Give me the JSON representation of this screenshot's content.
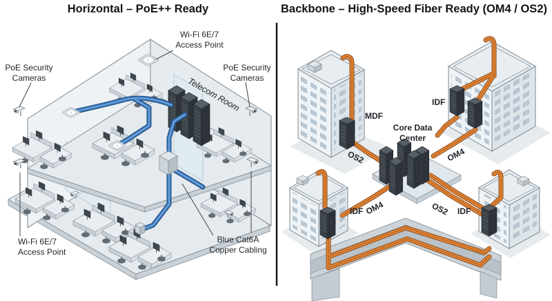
{
  "left_panel": {
    "title": "Horizontal – PoE++ Ready",
    "labels": {
      "wifi_ap_top": {
        "line1": "Wi-Fi 6E/7",
        "line2": "Access Point"
      },
      "poe_cameras_left": {
        "line1": "PoE Security",
        "line2": "Cameras"
      },
      "poe_cameras_right": {
        "line1": "PoE Security",
        "line2": "Cameras"
      },
      "telecom_room": "Telecom Room",
      "wifi_ap_bottom": {
        "line1": "Wi-Fi 6E/7",
        "line2": "Access Point"
      },
      "copper_cabling": {
        "line1": "Blue Cat6A",
        "line2": "Copper Cabling"
      }
    }
  },
  "right_panel": {
    "title": "Backbone – High-Speed Fiber Ready (OM4 / OS2)",
    "labels": {
      "mdf": "MDF",
      "idf_top_right": "IDF",
      "idf_bottom_left": "IDF",
      "idf_bottom_right": "IDF",
      "core_data_center": {
        "line1": "Core Data",
        "line2": "Center"
      },
      "cable_os2_top": "OS2",
      "cable_om4_top": "OM4",
      "cable_om4_bottom": "OM4",
      "cable_os2_bottom": "OS2"
    }
  },
  "colors": {
    "copper_cable_blue": "#3D7CC2",
    "fiber_cable_orange": "#E5873A",
    "window_glass": "#B9C8D4",
    "rack_dark": "#3A4147",
    "trench_gray": "#CCD4DA",
    "outline": "#8A939B",
    "label_text": "#1F2328",
    "title_text": "#141414",
    "leader_line": "#4A4F54",
    "divider": "#111111"
  }
}
